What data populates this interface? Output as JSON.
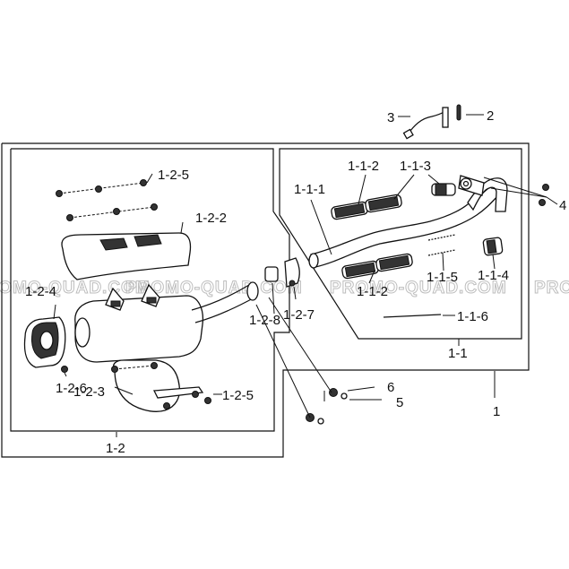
{
  "watermark": "PROMO-QUAD.COM",
  "colors": {
    "lines": "#111111",
    "watermark": "#bdbdbd",
    "background": "#ffffff"
  },
  "labels": {
    "l_1": "1",
    "l_1_1": "1-1",
    "l_1_1_1": "1-1-1",
    "l_1_1_2_top": "1-1-2",
    "l_1_1_2_bottom": "1-1-2",
    "l_1_1_3": "1-1-3",
    "l_1_1_4": "1-1-4",
    "l_1_1_5": "1-1-5",
    "l_1_1_6": "1-1-6",
    "l_1_2": "1-2",
    "l_1_2_2": "1-2-2",
    "l_1_2_3": "1-2-3",
    "l_1_2_4": "1-2-4",
    "l_1_2_5_top": "1-2-5",
    "l_1_2_5_bottom": "1-2-5",
    "l_1_2_6": "1-2-6",
    "l_1_2_7": "1-2-7",
    "l_1_2_8": "1-2-8",
    "l_2": "2",
    "l_3": "3",
    "l_4": "4",
    "l_5": "5",
    "l_6": "6"
  }
}
